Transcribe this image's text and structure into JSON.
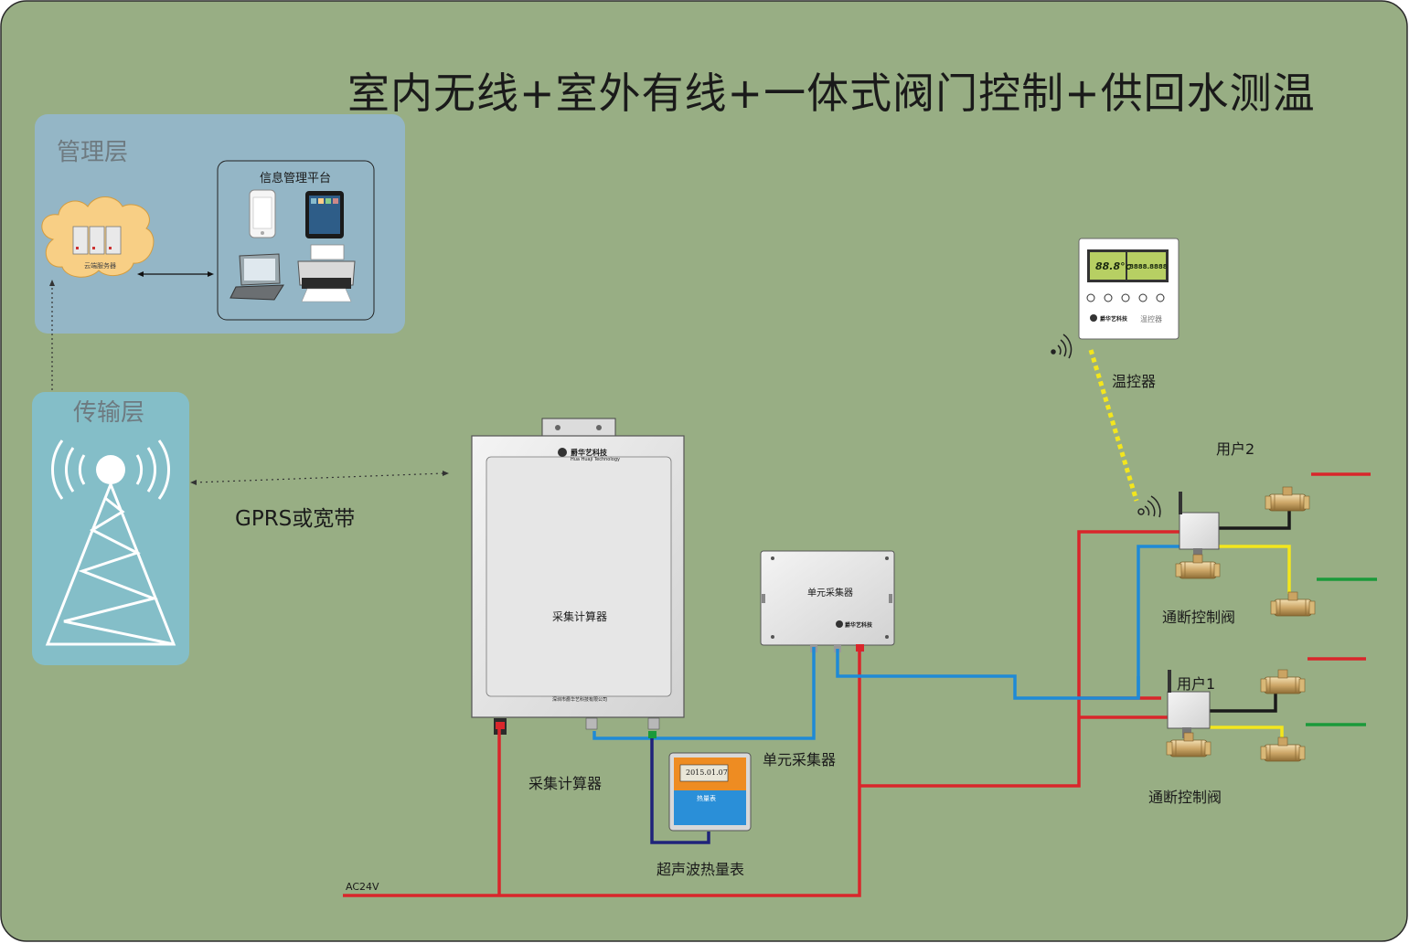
{
  "title": "室内无线+室外有线+一体式阀门控制+供回水测温",
  "layers": {
    "management": "管理层",
    "transport": "传输层"
  },
  "platform": {
    "title": "信息管理平台",
    "cloud_server_label": "云端服务器"
  },
  "network": {
    "link_label": "GPRS或宽带"
  },
  "collector": {
    "brand": "爵华艺科技",
    "brand_en": "Hua Huaji Technology",
    "inner_label": "采集计算器",
    "company": "深圳市爵华艺科技有限公司",
    "caption": "采集计算器"
  },
  "unit_collector": {
    "inner_label": "单元采集器",
    "brand": "爵华艺科技",
    "caption": "单元采集器"
  },
  "heat_meter": {
    "date": "2015.01.07",
    "name": "热量表",
    "caption": "超声波热量表"
  },
  "thermostat": {
    "temp": "88.8°c",
    "digits": "8888.8888",
    "brand": "爵华艺科技",
    "model": "温控器",
    "caption": "温控器"
  },
  "users": {
    "user2": "用户2",
    "user1": "用户1",
    "valve_label_1": "通断控制阀",
    "valve_label_2": "通断控制阀"
  },
  "power": {
    "label": "AC24V"
  },
  "colors": {
    "background": "#98ae84",
    "management_panel": "#94b6c6",
    "transport_panel": "#84bec8",
    "power_line": "#d9262b",
    "blue_line": "#1f8ad6",
    "yellow_line": "#f3e61d",
    "green_line": "#1a9a3a",
    "black_line": "#1a1a1a"
  }
}
